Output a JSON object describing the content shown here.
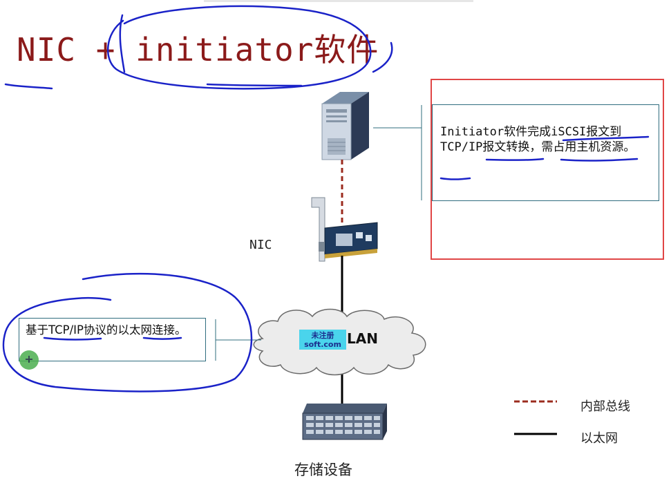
{
  "slide": {
    "title": "NIC + initiator软件"
  },
  "diagram": {
    "nic_label": "NIC",
    "network_label": "LAN",
    "storage_label": "存储设备"
  },
  "notes": {
    "software_note": "Initiator软件完成iSCSI报文到TCP/IP报文转换，需占用主机资源。",
    "network_note": "基于TCP/IP协议的以太网连接。"
  },
  "legend": {
    "internal_bus": "内部总线",
    "ethernet": "以太网"
  },
  "watermark": {
    "line1": "未注册",
    "line2": "soft.com"
  },
  "colors": {
    "title": "#8b1a1a",
    "internal_bus": "#9b2b1e",
    "ethernet": "#000000",
    "annotation_ink": "#1a22c8",
    "highlight_frame": "#e04545"
  }
}
